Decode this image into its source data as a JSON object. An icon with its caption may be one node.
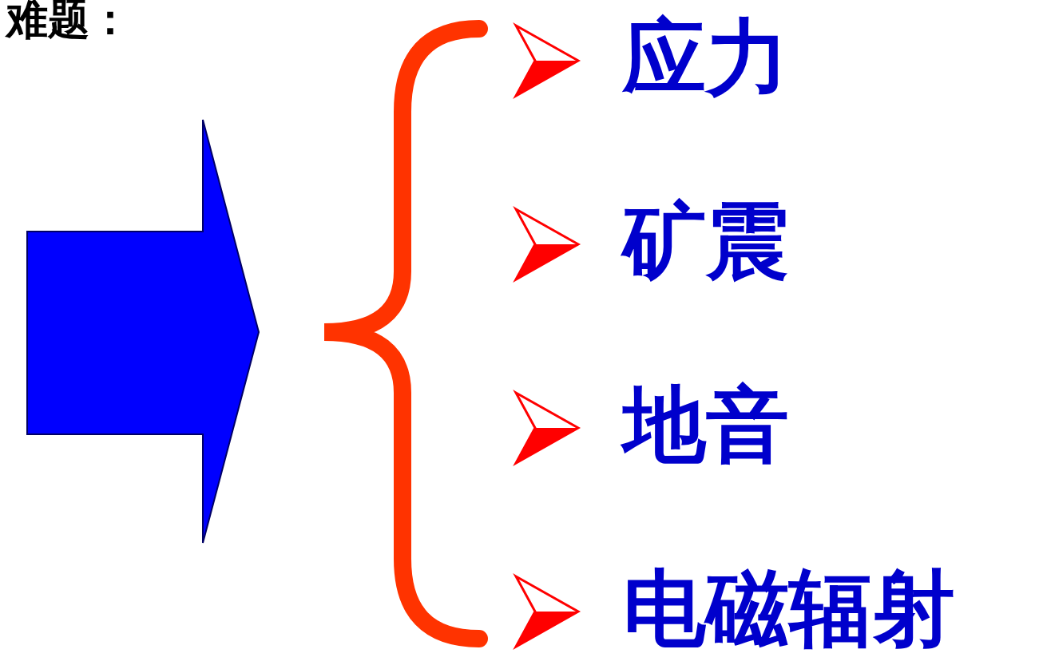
{
  "diagram": {
    "labels": [
      "难题：",
      "应力",
      "矿震",
      "地音",
      "电磁辐射"
    ]
  }
}
